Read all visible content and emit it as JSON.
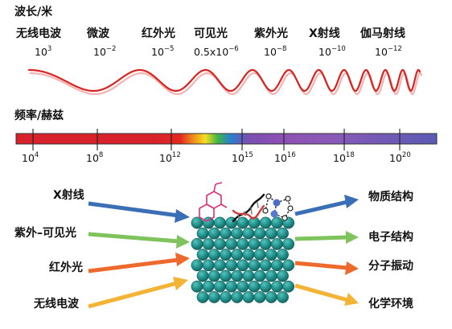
{
  "wavelength_title": "波长/米",
  "frequency_title": "频率/赫兹",
  "bands": [
    {
      "name": "无线电波",
      "base": "10",
      "exp": "3",
      "pre": ""
    },
    {
      "name": "微波",
      "base": "10",
      "exp": "−2",
      "pre": ""
    },
    {
      "name": "红外光",
      "base": "10",
      "exp": "−5",
      "pre": ""
    },
    {
      "name": "可见光",
      "base": "10",
      "exp": "−6",
      "pre": "0.5x"
    },
    {
      "name": "紫外光",
      "base": "10",
      "exp": "−8",
      "pre": ""
    },
    {
      "name": "X射线",
      "base": "10",
      "exp": "−10",
      "pre": ""
    },
    {
      "name": "伽马射线",
      "base": "10",
      "exp": "−12",
      "pre": ""
    }
  ],
  "frequency_ticks": [
    {
      "base": "10",
      "exp": "4"
    },
    {
      "base": "10",
      "exp": "8"
    },
    {
      "base": "10",
      "exp": "12"
    },
    {
      "base": "10",
      "exp": "15"
    },
    {
      "base": "10",
      "exp": "16"
    },
    {
      "base": "10",
      "exp": "18"
    },
    {
      "base": "10",
      "exp": "20"
    }
  ],
  "inputs": [
    {
      "label": "X射线",
      "color": "#3a6fb5"
    },
    {
      "label": "紫外–可见光",
      "color": "#7ec35b"
    },
    {
      "label": "红外光",
      "color": "#ee6a2c"
    },
    {
      "label": "无线电波",
      "color": "#f3b334"
    }
  ],
  "outputs": [
    {
      "label": "物质结构",
      "color": "#3a6fb5"
    },
    {
      "label": "电子结构",
      "color": "#7ec35b"
    },
    {
      "label": "分子振动",
      "color": "#ee6a2c"
    },
    {
      "label": "化学环境",
      "color": "#f3b334"
    }
  ],
  "colors": {
    "wave": "#d8231f",
    "wave_shadow": "#f4b2b2",
    "sphere": "#1f8a85"
  }
}
